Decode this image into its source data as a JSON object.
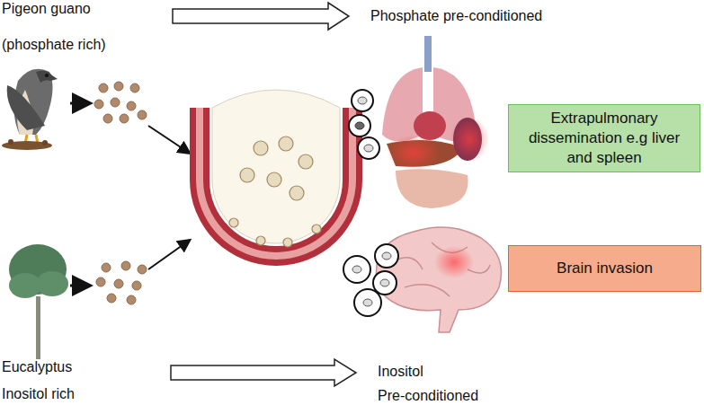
{
  "diagram": {
    "nodes": [
      {
        "text": [
          "Extrapulmonary dissemination e.g liver and spleen"
        ]
      },
      {
        "text": [
          "Brain invasion"
        ]
      }
    ],
    "labels": [
      "Pigeon guano",
      "(phosphate rich)",
      "Phosphate pre-conditioned",
      "Eucalyptus",
      "Inositol rich",
      "Inositol",
      "Pre-conditioned"
    ]
  }
}
